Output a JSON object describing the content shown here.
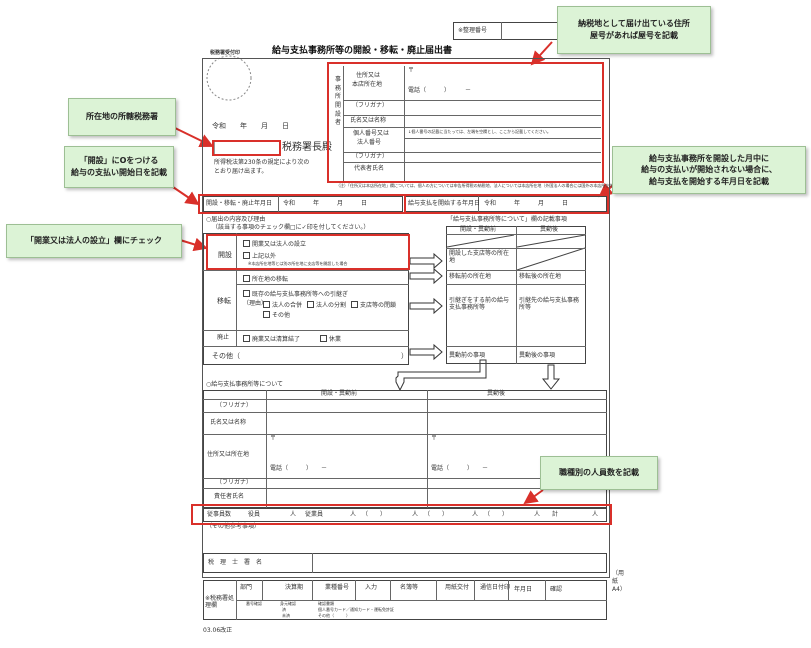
{
  "form": {
    "ref_label": "※整理番号",
    "title": "給与支払事務所等の開設・移転・廃止届出書",
    "stamp_label": "税務署受付印",
    "date_line": "令和　　年　　月　　日",
    "tax_office_suffix": "税務署長殿",
    "law_text_1": "所得税法第230条の規定により次の",
    "law_text_2": "とおり届け出ます。",
    "side_label": "事務所開設者",
    "addr_label_1": "住所又は",
    "addr_label_2": "本店所在地",
    "postal": "〒",
    "phone": "電話（　　　）　　　－",
    "furigana": "（フリガナ）",
    "name_label": "氏名又は名称",
    "id_label_1": "個人番号又は",
    "id_label_2": "法人番号",
    "id_note": "↓個人番号の記載に当たっては、左端を空欄とし、ここから記載してください。",
    "rep_label": "代表者氏名",
    "note_small": "（注）「住所又は本店所在地」欄については、個人の方については申告所得税の納税地、法人については本店所在地（外国法人の場合には国外の本店所在地）を記載してください。",
    "date_row_label": "開設・移転・廃止年月日",
    "date_row_value": "令和　　　年　　　月　　　日",
    "start_label": "給与支払を開始する年月日",
    "start_value": "令和　　　年　　　月　　　日",
    "reason_title": "○届出の内容及び理由",
    "reason_sub": "（該当する事項のチェック欄□に✓印を付してください。）",
    "right_title": "「給与支払事務所等について」欄の記載事項",
    "col_before": "開設・異動前",
    "col_after": "異動後",
    "kaisetsu": "開設",
    "opt_corp": "開業又は法人の設立",
    "opt_other": "上記以外",
    "opt_other_note": "※本店所在地等とは別の所在地に支店等を開設した場合",
    "opened_branch": "開設した支店等の所在地",
    "iten": "移転",
    "opt_move": "所在地の移転",
    "move_before": "移転前の所在地",
    "move_after": "移転後の所在地",
    "opt_transfer": "既存の給与支払事務所等への引継ぎ",
    "reason_paren": "（理由）",
    "opt_merge": "法人の合併",
    "opt_split": "法人の分割",
    "opt_close_branch": "支店等の閉鎖",
    "opt_etc": "その他",
    "transfer_from": "引継ぎをする前の給与支払事務所等",
    "transfer_to": "引継先の給与支払事務所等",
    "haishi": "廃止",
    "opt_dissolve": "廃業又は清算結了",
    "opt_suspend": "休業",
    "other_row": "その他（　　　　　　　　　　　　　　　　　　　　　　　）",
    "before_item": "異動前の事項",
    "after_item": "異動後の事項",
    "office_title": "○給与支払事務所等について",
    "sec_before": "開設・異動前",
    "sec_after": "異動後",
    "office_name": "氏名又は名称",
    "office_addr": "住所又は所在地",
    "office_phone": "電話（　　　）　　－",
    "office_manager": "責任者氏名",
    "staff_label": "従事員数",
    "staff_officer": "役員",
    "staff_employee": "従業員",
    "unit": "人",
    "paren_blank": "（　　）",
    "staff_total": "計",
    "other_ref": "（その他参考事項）",
    "tax_acct": "税　理　士　署　名",
    "office_proc": "※税務署処理欄",
    "proc_dept": "部門",
    "proc_decision": "決算期",
    "proc_business": "業種番号",
    "proc_input": "入力",
    "proc_registry": "名簿等",
    "proc_issue": "用紙交付",
    "proc_comm": "通信日付印",
    "proc_date": "年月日",
    "proc_confirm": "確認",
    "proc_small_1": "番号確認",
    "proc_small_2": "身元確認",
    "proc_small_3": "確認書類",
    "proc_small_4": "個人番号カード／通知カード・運転免許証",
    "proc_small_5": "その他（　　　）",
    "proc_zumi": "済",
    "proc_mizumi": "未済",
    "side_a4": "（用紙A4）",
    "revision": "03.06改正"
  },
  "annotations": {
    "address_note": "納税地として届け出ている住所\n屋号があれば屋号を記載",
    "tax_office_note": "所在地の所轄税務署",
    "open_note": "「開設」にOをつける\n給与の支払い開始日を記載",
    "start_note": "給与支払事務所を開設した月中に\n給与の支払いが開始されない場合に、\n給与支払を開始する年月日を記載",
    "corp_note": "「開業又は法人の設立」欄にチェック",
    "staff_note": "職種別の人員数を記載"
  },
  "colors": {
    "note_bg": "#dcf3d6",
    "highlight": "#d9302a"
  }
}
